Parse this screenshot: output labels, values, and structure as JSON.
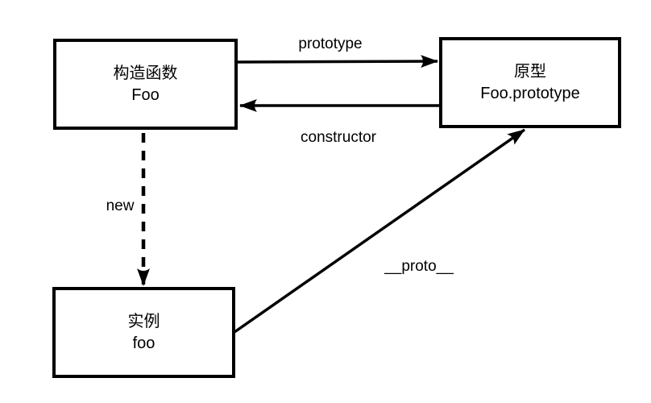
{
  "diagram": {
    "title_hint": "JavaScript constructor / prototype / instance relationship",
    "colors": {
      "background": "#ffffff",
      "stroke": "#000000",
      "text": "#000000"
    },
    "nodes": [
      {
        "id": "constructor-function",
        "title": "构造函数",
        "subtitle": "Foo"
      },
      {
        "id": "prototype-object",
        "title": "原型",
        "subtitle": "Foo.prototype"
      },
      {
        "id": "instance",
        "title": "实例",
        "subtitle": "foo"
      }
    ],
    "edges": [
      {
        "id": "prototype",
        "label": "prototype",
        "style": "solid",
        "from": "constructor-function",
        "to": "prototype-object"
      },
      {
        "id": "constructor",
        "label": "constructor",
        "style": "solid",
        "from": "prototype-object",
        "to": "constructor-function"
      },
      {
        "id": "new",
        "label": "new",
        "style": "dashed",
        "from": "constructor-function",
        "to": "instance"
      },
      {
        "id": "proto",
        "label": "__proto__",
        "style": "solid",
        "from": "instance",
        "to": "prototype-object"
      }
    ]
  }
}
